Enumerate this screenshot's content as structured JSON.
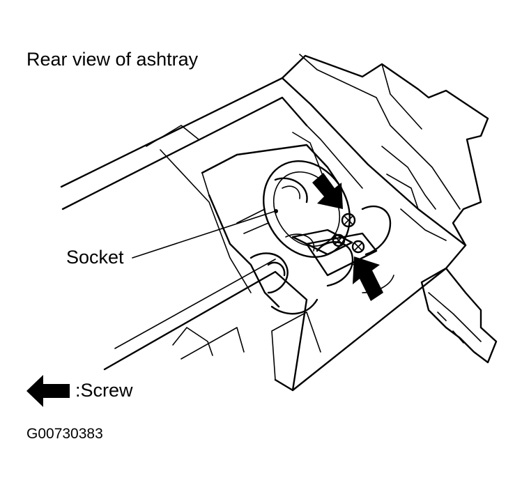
{
  "diagram": {
    "title": "Rear view of ashtray",
    "callouts": [
      {
        "id": "socket",
        "label": "Socket"
      }
    ],
    "legend": {
      "icon": "bold-left-arrow",
      "text": ":Screw"
    },
    "figure_id": "G00730383"
  }
}
